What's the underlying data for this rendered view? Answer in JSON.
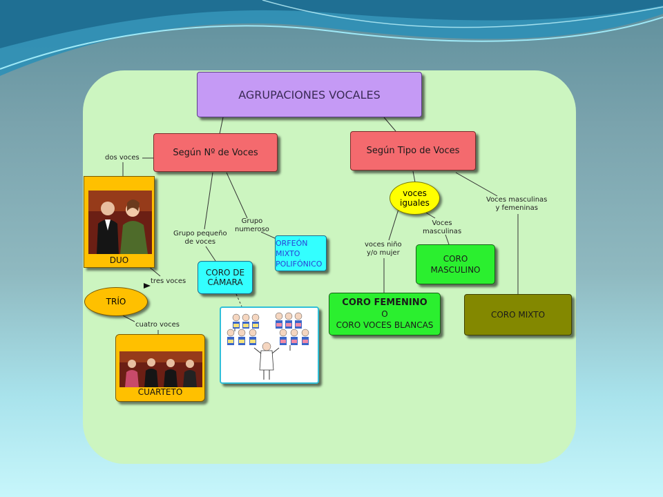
{
  "title": "AGRUPACIONES VOCALES",
  "branches": {
    "num": "Según Nº de Voces",
    "tipo": "Según Tipo de Voces"
  },
  "labels": {
    "dos_voces": "dos voces",
    "tres_voces": "tres voces",
    "cuatro_voces": "cuatro voces",
    "grupo_pequeno_1": "Grupo pequeño",
    "grupo_pequeno_2": "de voces",
    "grupo_numeroso_1": "Grupo",
    "grupo_numeroso_2": "numeroso",
    "voces_nino_1": "voces niño",
    "voces_nino_2": "y/o mujer",
    "voces_masc_1": "Voces",
    "voces_masc_2": "masculinas",
    "masc_fem_1": "Voces masculinas",
    "masc_fem_2": "y femeninas"
  },
  "nodes": {
    "duo": "DUO",
    "trio": "TRÍO",
    "cuarteto": "CUARTETO",
    "coro_camara_1": "CORO DE",
    "coro_camara_2": "CÁMARA",
    "orfeon_1": "ORFEÓN",
    "orfeon_2": "MIXTO",
    "orfeon_3": "POLIFÓNICO",
    "voces_iguales_1": "voces",
    "voces_iguales_2": "iguales",
    "coro_masculino_1": "CORO",
    "coro_masculino_2": "MASCULINO",
    "coro_femenino_1": "CORO FEMENINO",
    "coro_femenino_2": "O",
    "coro_femenino_3": "CORO VOCES BLANCAS",
    "coro_mixto": "CORO MIXTO"
  },
  "colors": {
    "title_fill": "#c59af5",
    "branch_fill": "#f46a6e",
    "card_fill": "#ffc000",
    "cyan_fill": "#33ffff",
    "green_fill": "#2bef2f",
    "olive_fill": "#838800",
    "yellow_fill": "#ffff00",
    "panel_fill": "#ccf5c0"
  }
}
